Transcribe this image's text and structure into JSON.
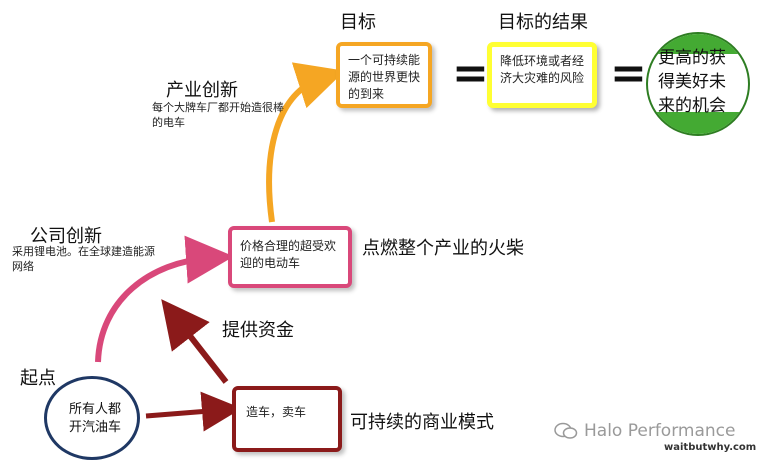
{
  "labels": {
    "goal": "目标",
    "goal_result": "目标的结果",
    "industry_innovation": "产业创新",
    "industry_innovation_desc": "每个大牌车厂都开始造很棒的电车",
    "company_innovation": "公司创新",
    "company_innovation_desc": "采用锂电池。在全球建造能源网络",
    "ignite_industry": "点燃整个产业的火柴",
    "provide_funding": "提供资金",
    "start": "起点",
    "sustainable_business": "可持续的商业模式"
  },
  "boxes": {
    "goal_box": "一个可持续能源的世界更快的到来",
    "result_box": "降低环境或者经济大灾难的风险",
    "final_circle": "更高的获得美好未来的机会",
    "affordable_ev_box": "价格合理的超受欢迎的电动车",
    "start_circle": "所有人都开汽油车",
    "make_sell_box": "造车，卖车"
  },
  "symbols": {
    "equals_1": "=",
    "equals_2": "="
  },
  "colors": {
    "orange": "#f5a623",
    "yellow": "#ffff33",
    "green": "#44aa33",
    "pink": "#d9487a",
    "dark_red": "#8b1a1a",
    "navy": "#1f3864"
  },
  "watermark": {
    "brand": "Halo Performance",
    "site": "waitbutwhy.com"
  }
}
